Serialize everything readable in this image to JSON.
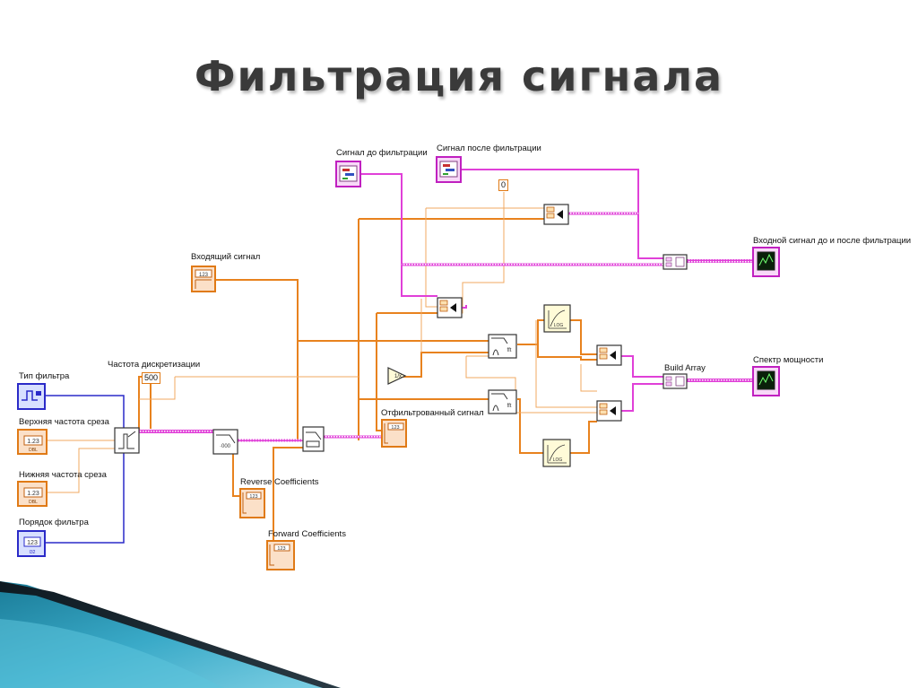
{
  "slide": {
    "title": "Фильтрация сигнала"
  },
  "diagram": {
    "labels": {
      "signal_before": "Сигнал до фильтрации",
      "signal_after": "Сигнал после фильтрации",
      "input_signal": "Входящий сигнал",
      "sampling_rate": "Частота дискретизации",
      "filter_type": "Тип фильтра",
      "upper_cutoff": "Верхняя частота среза",
      "lower_cutoff": "Нижняя частота среза",
      "filter_order": "Порядок фильтра",
      "filtered_signal": "Отфильтрованный сигнал",
      "reverse_coeffs": "Reverse Coefficients",
      "forward_coeffs": "Forward Coefficients",
      "build_array": "Build Array",
      "input_before_after": "Входной сигнал до и после фильтрации",
      "power_spectrum": "Спектр мощности"
    },
    "constants": {
      "zero": "0",
      "sample_rate_value": "500"
    },
    "colors": {
      "orange_wire": "#e8821e",
      "pink_wire": "#e040d8",
      "blue_wire": "#2a2ac8",
      "title": "#3a3a3a",
      "teal_accent": "#2a9cb8"
    }
  }
}
